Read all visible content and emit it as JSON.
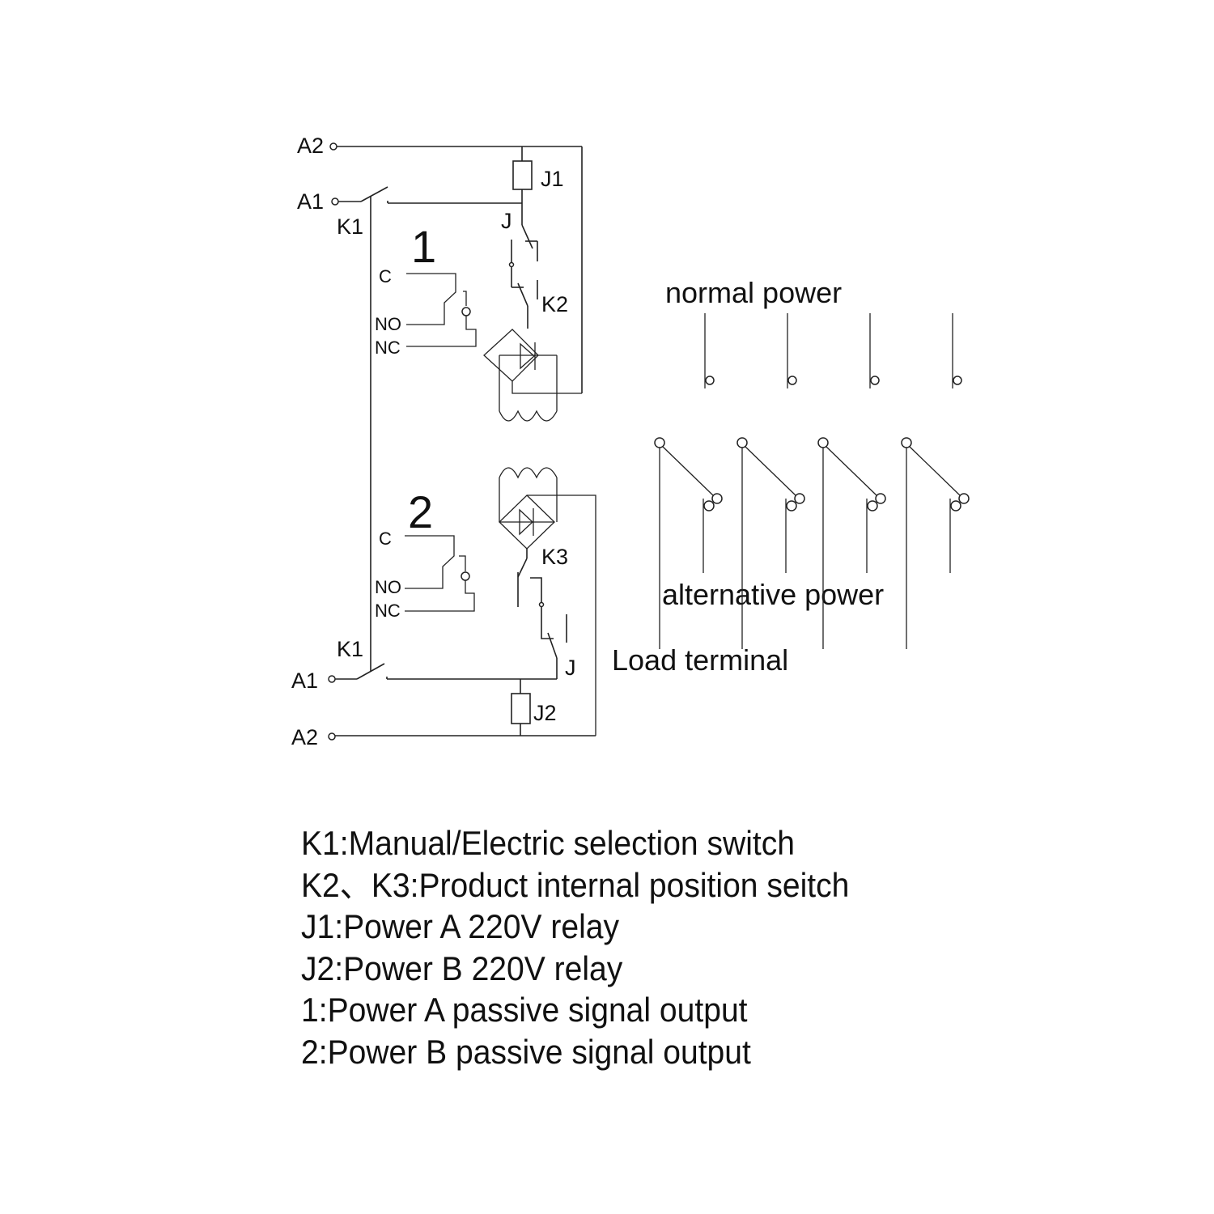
{
  "diagram": {
    "terminals": {
      "top_a2": "A2",
      "top_a1": "A1",
      "bottom_a1": "A1",
      "bottom_a2": "A2"
    },
    "switch_labels": {
      "k1_top": "K1",
      "k1_bottom": "K1",
      "k2": "K2",
      "k3": "K3",
      "j_top": "J",
      "j_bottom": "J"
    },
    "relay_labels": {
      "j1": "J1",
      "j2": "J2"
    },
    "signal_blocks": [
      {
        "number": "1",
        "c": "C",
        "no": "NO",
        "nc": "NC"
      },
      {
        "number": "2",
        "c": "C",
        "no": "NO",
        "nc": "NC"
      }
    ],
    "contact_labels": {
      "normal_power": "normal power",
      "alternative_power": "alternative power",
      "load_terminal": "Load terminal"
    },
    "pole_count": 4
  },
  "legend": [
    "K1:Manual/Electric selection switch",
    "K2、K3:Product internal position seitch",
    "J1:Power A 220V relay",
    "J2:Power B 220V relay",
    "1:Power A passive signal output",
    "2:Power B passive signal output"
  ]
}
